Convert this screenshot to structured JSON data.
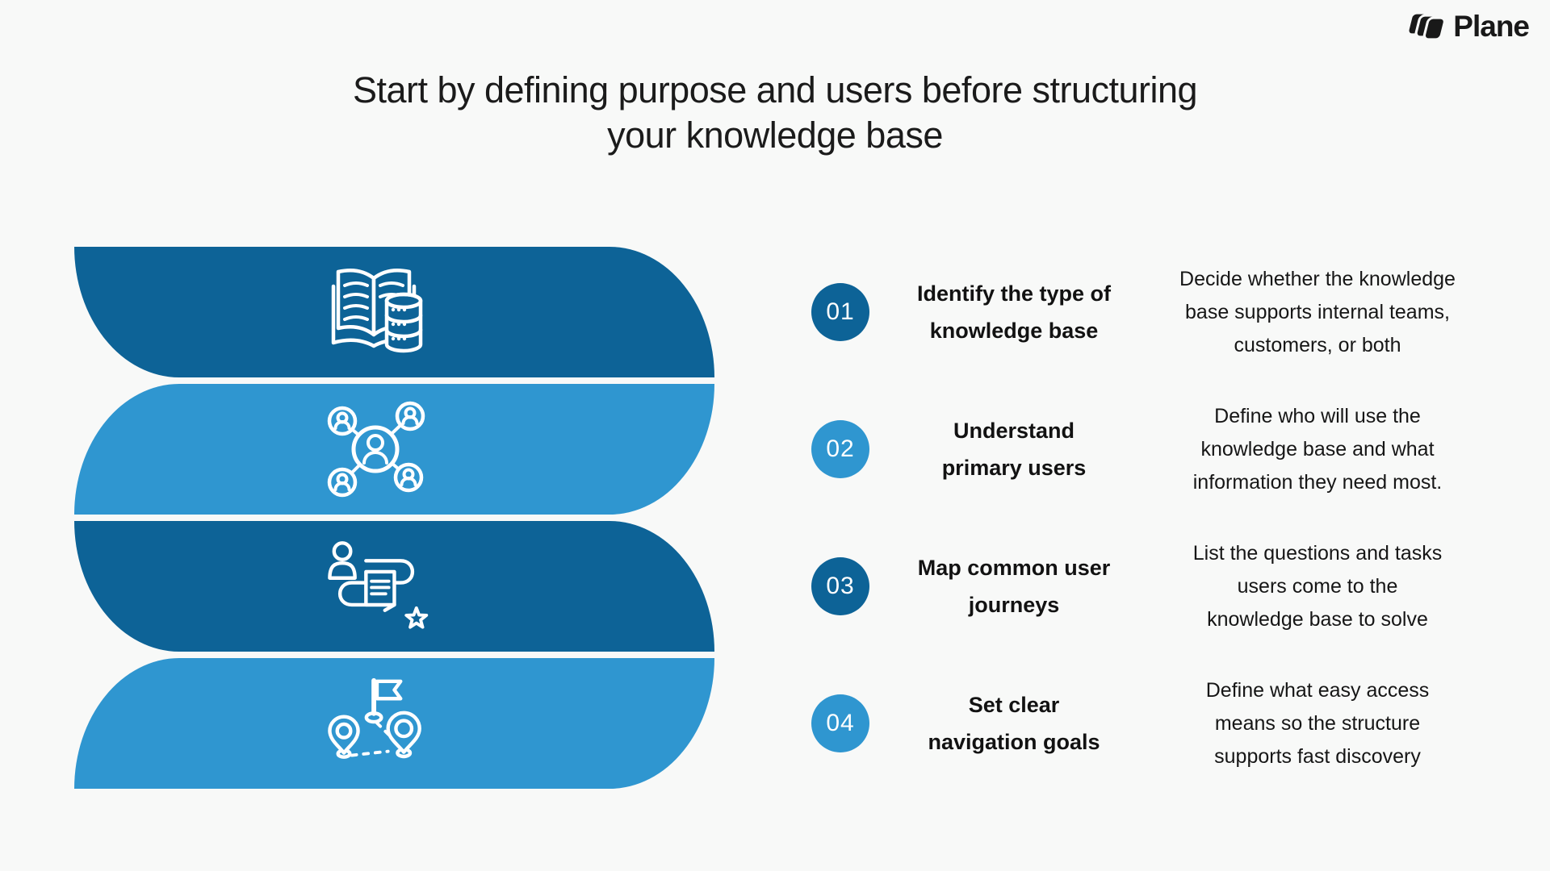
{
  "brand": {
    "name": "Plane"
  },
  "title": {
    "text": "Start by defining purpose and users before structuring\nyour knowledge base"
  },
  "colors": {
    "dark_blue": "#0d6397",
    "light_blue": "#2f96d0",
    "background": "#f8f9f8",
    "title_text": "#1b1b1b",
    "body_text": "#161616",
    "step_number_text": "#ffffff",
    "logo_black": "#191919",
    "icon_stroke": "#ffffff"
  },
  "steps": [
    {
      "number": "01",
      "tone": "dark",
      "icon": "book-database-icon",
      "title": "Identify the type of\nknowledge base",
      "description": "Decide whether the knowledge\nbase supports internal teams,\ncustomers, or both"
    },
    {
      "number": "02",
      "tone": "light",
      "icon": "user-network-icon",
      "title": "Understand\nprimary users",
      "description": "Define who will use the\nknowledge base and what\ninformation they need most."
    },
    {
      "number": "03",
      "tone": "dark",
      "icon": "journey-path-icon",
      "title": "Map common user\njourneys",
      "description": "List the questions and tasks\nusers come to the\nknowledge base to solve"
    },
    {
      "number": "04",
      "tone": "light",
      "icon": "navigation-goals-icon",
      "title": "Set clear\nnavigation goals",
      "description": "Define what easy access\nmeans so the structure\nsupports fast discovery"
    }
  ]
}
